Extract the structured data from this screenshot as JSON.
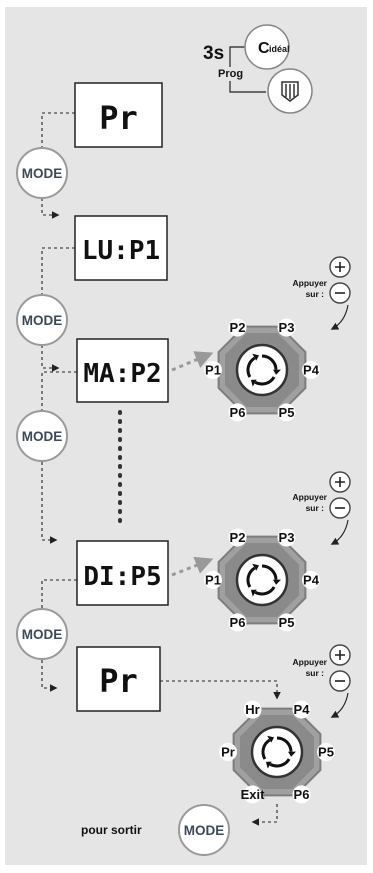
{
  "header": {
    "duration": "3s",
    "prog_label": "Prog",
    "brand_badge": "idéal",
    "brand_badge_mark": "C"
  },
  "mode_label": "MODE",
  "displays": [
    "Pr",
    "LU:P1",
    "MA:P2",
    "DI:P5",
    "Pr"
  ],
  "hint": {
    "line1": "Appuyer",
    "line2": "sur :"
  },
  "selector_programs": {
    "labels": [
      "P1",
      "P2",
      "P3",
      "P4",
      "P5",
      "P6"
    ]
  },
  "exit_selector": {
    "labels": [
      "Pr",
      "Hr",
      "P4",
      "P5",
      "P6",
      "Exit"
    ]
  },
  "exit_text": "pour sortir",
  "colors": {
    "panel": "#e5e5e5",
    "mode_text": "#3d4a55",
    "arrow": "#999999",
    "octagon": "#9a9a9a"
  }
}
